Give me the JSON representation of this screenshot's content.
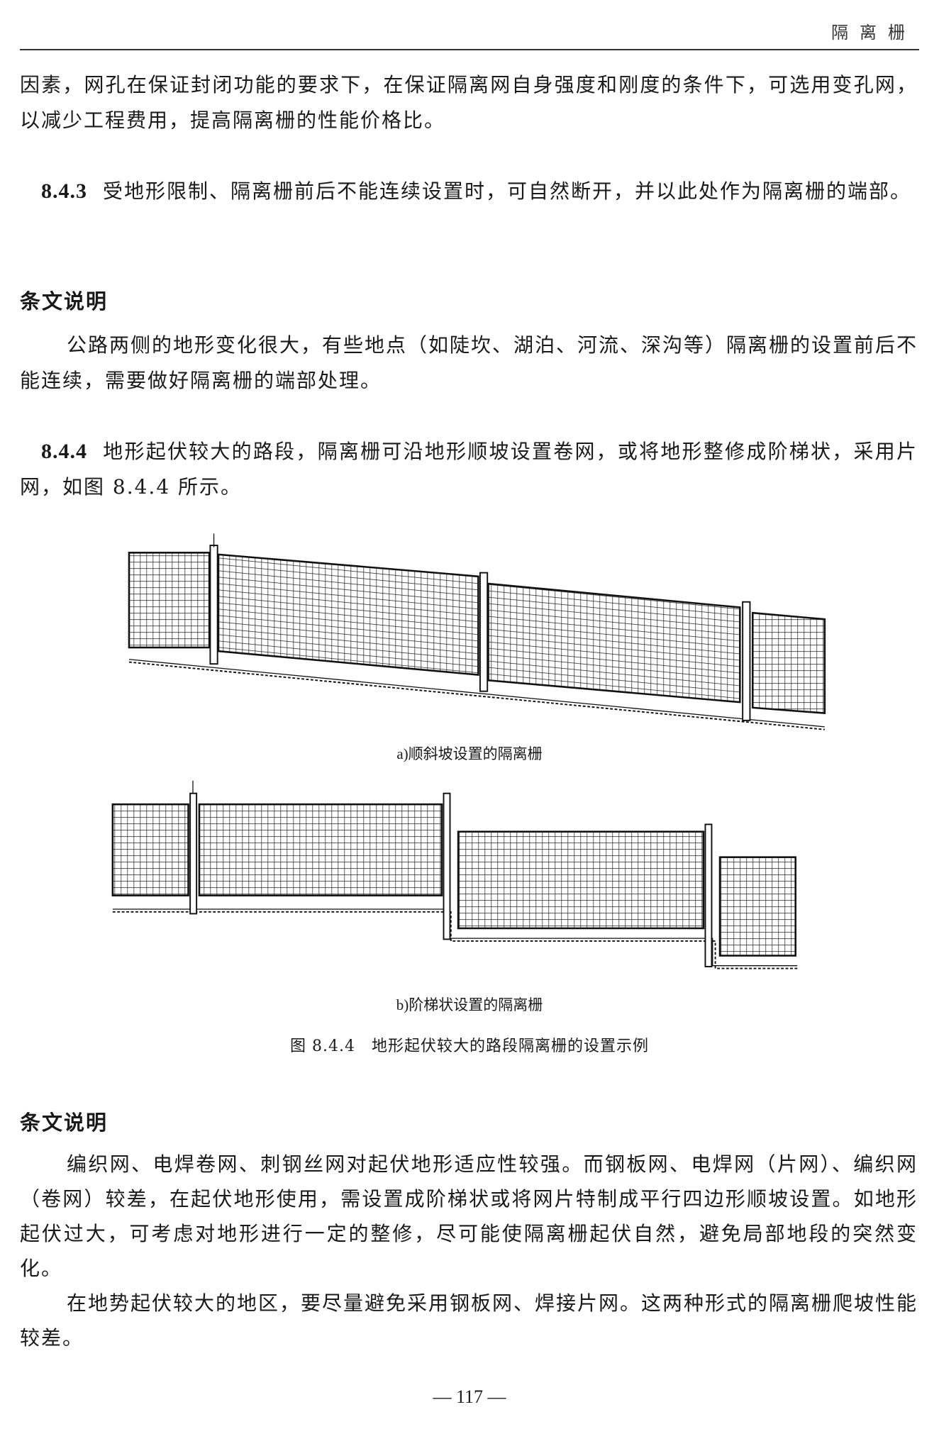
{
  "header": {
    "title": "隔离栅"
  },
  "paragraphs": {
    "p1": "因素，网孔在保证封闭功能的要求下，在保证隔离网自身强度和刚度的条件下，可选用变孔网，以减少工程费用，提高隔离栅的性能价格比。",
    "s843_num": "8.4.3",
    "s843": "受地形限制、隔离栅前后不能连续设置时，可自然断开，并以此处作为隔离栅的端部。",
    "note1_title": "条文说明",
    "note1": "公路两侧的地形变化很大，有些地点（如陡坎、湖泊、河流、深沟等）隔离栅的设置前后不能连续，需要做好隔离栅的端部处理。",
    "s844_num": "8.4.4",
    "s844": "地形起伏较大的路段，隔离栅可沿地形顺坡设置卷网，或将地形整修成阶梯状，采用片网，如图 8.4.4 所示。",
    "note2_title": "条文说明",
    "note2a": "编织网、电焊卷网、刺钢丝网对起伏地形适应性较强。而钢板网、电焊网（片网）、编织网（卷网）较差，在起伏地形使用，需设置成阶梯状或将网片特制成平行四边形顺坡设置。如地形起伏过大，可考虑对地形进行一定的整修，尽可能使隔离栅起伏自然，避免局部地段的突然变化。",
    "note2b": "在地势起伏较大的地区，要尽量避免采用钢板网、焊接片网。这两种形式的隔离栅爬坡性能较差。"
  },
  "figure": {
    "caption_a": "a)顺斜坡设置的隔离栅",
    "caption_b": "b)阶梯状设置的隔离栅",
    "caption": "图 8.4.4　地形起伏较大的路段隔离栅的设置示例"
  },
  "footer": {
    "page": "— 117 —"
  }
}
